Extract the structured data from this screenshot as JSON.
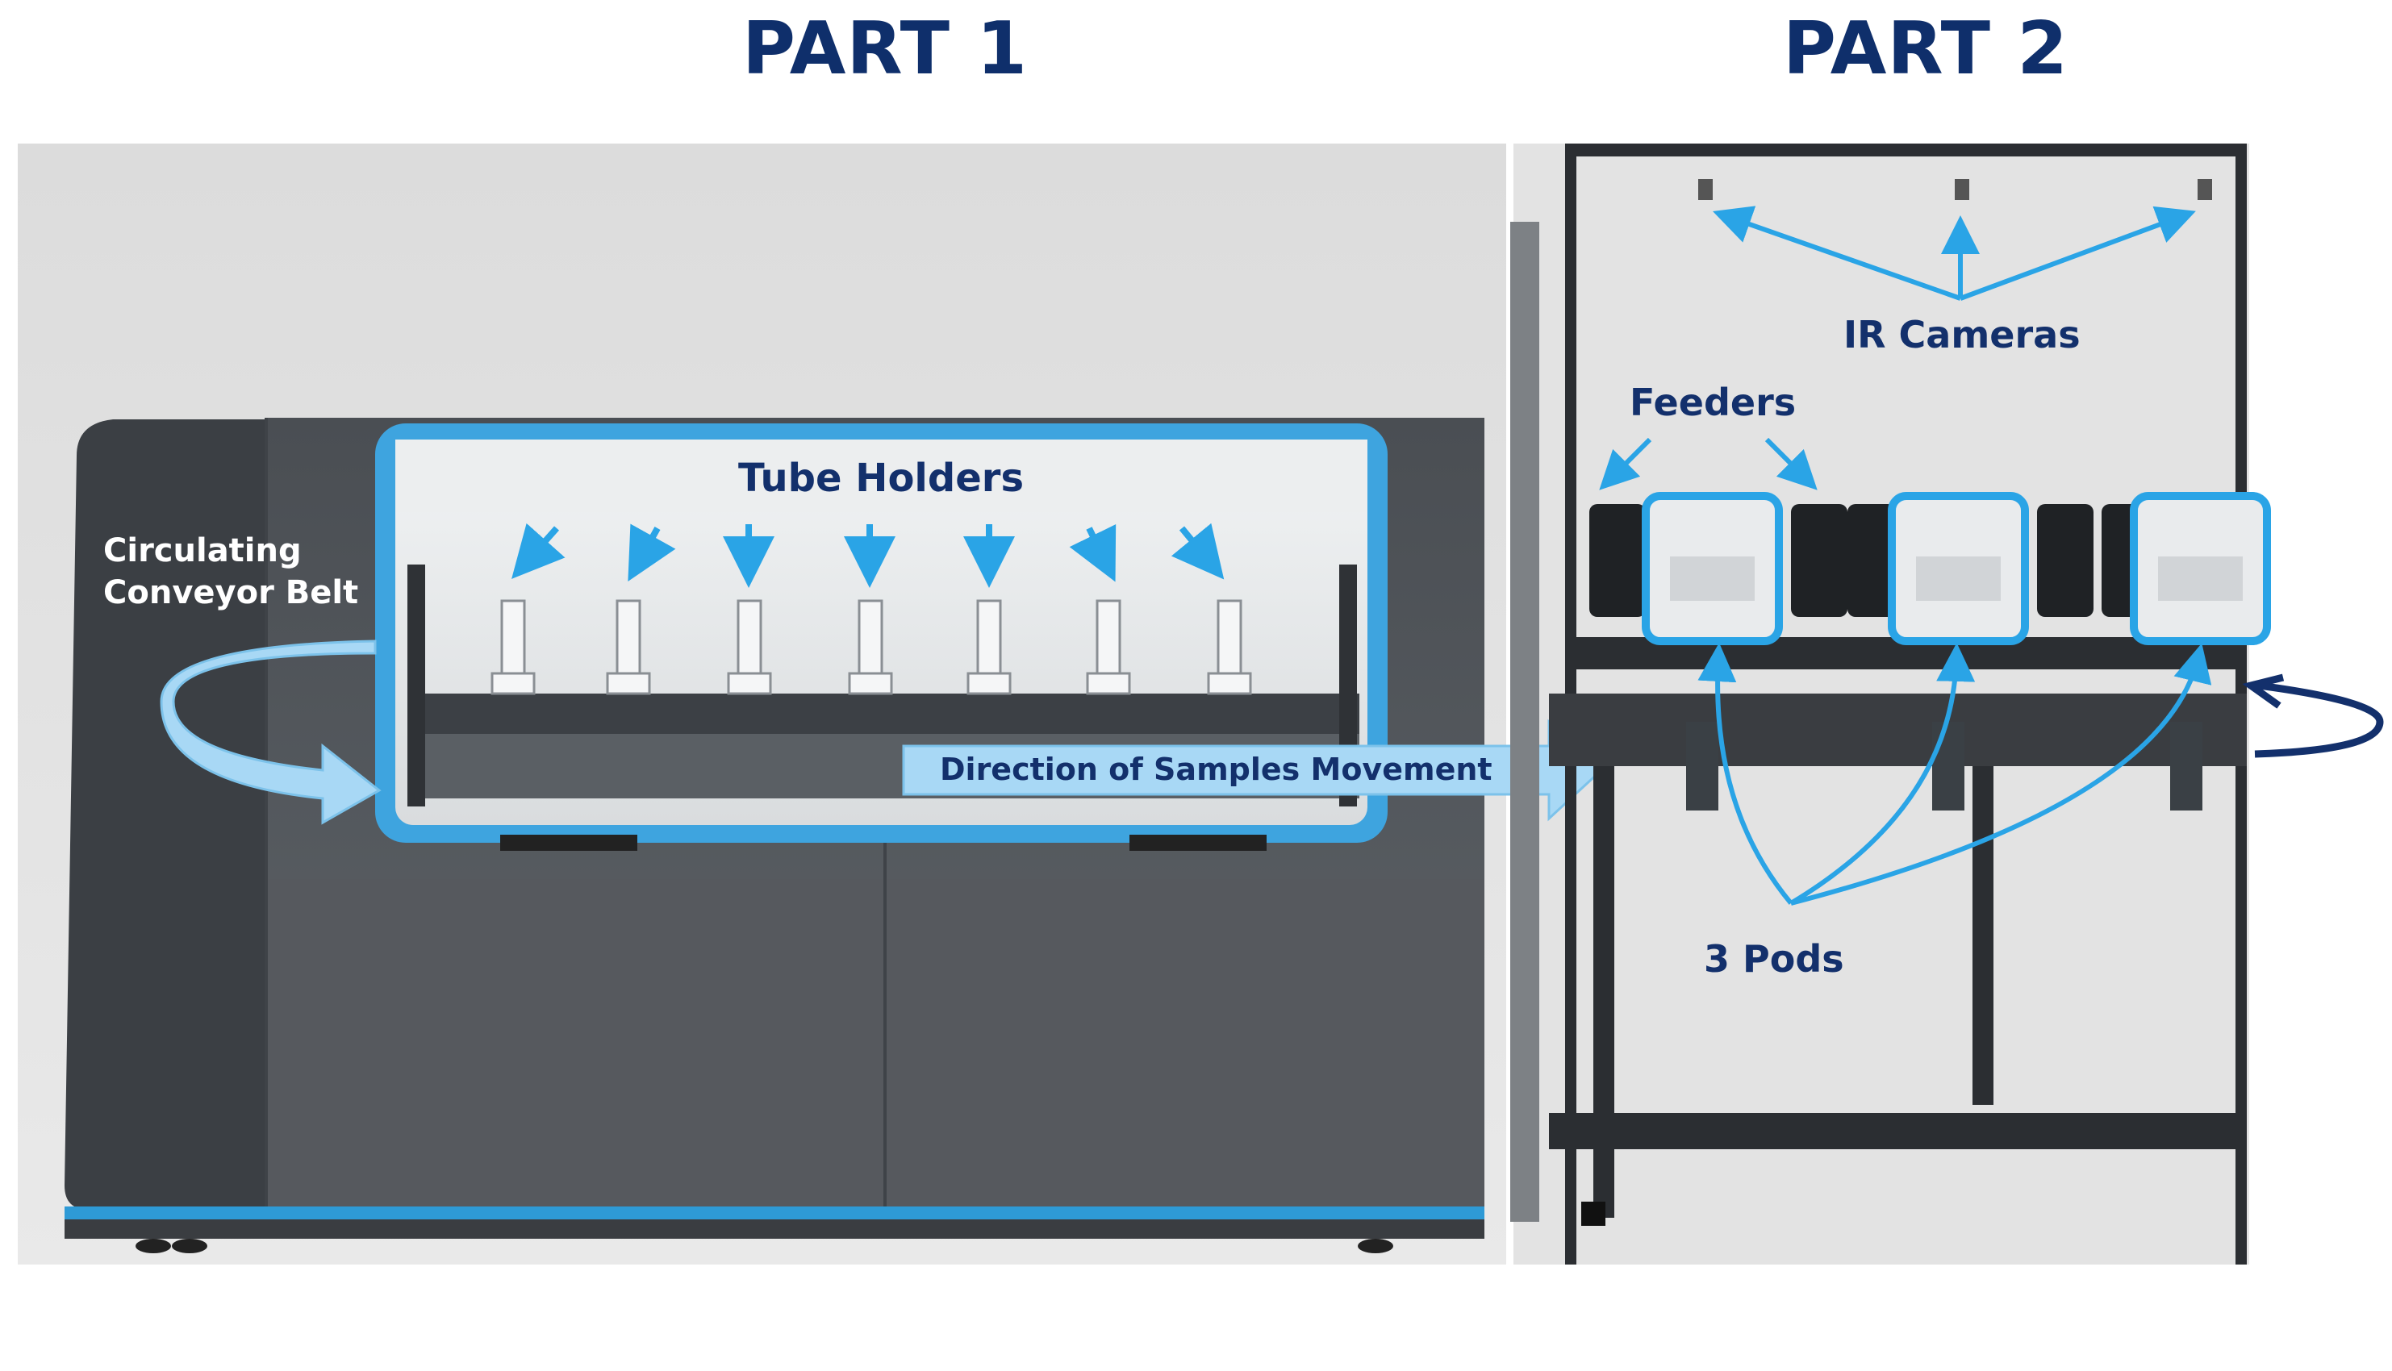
{
  "titles": {
    "part1": "PART 1",
    "part2": "PART 2"
  },
  "labels": {
    "conveyor_line1": "Circulating",
    "conveyor_line2": "Conveyor  Belt",
    "tube_holders": "Tube Holders",
    "direction": "Direction of Samples Movement",
    "feeders": "Feeders",
    "ir_cameras": "IR Cameras",
    "pods": "3 Pods"
  },
  "colors": {
    "title": "#0f2f6b",
    "accent_blue": "#2aa4e6",
    "light_blue": "#9fd3f3",
    "machine_gray": "#555a60",
    "navy_label": "#13306c"
  }
}
